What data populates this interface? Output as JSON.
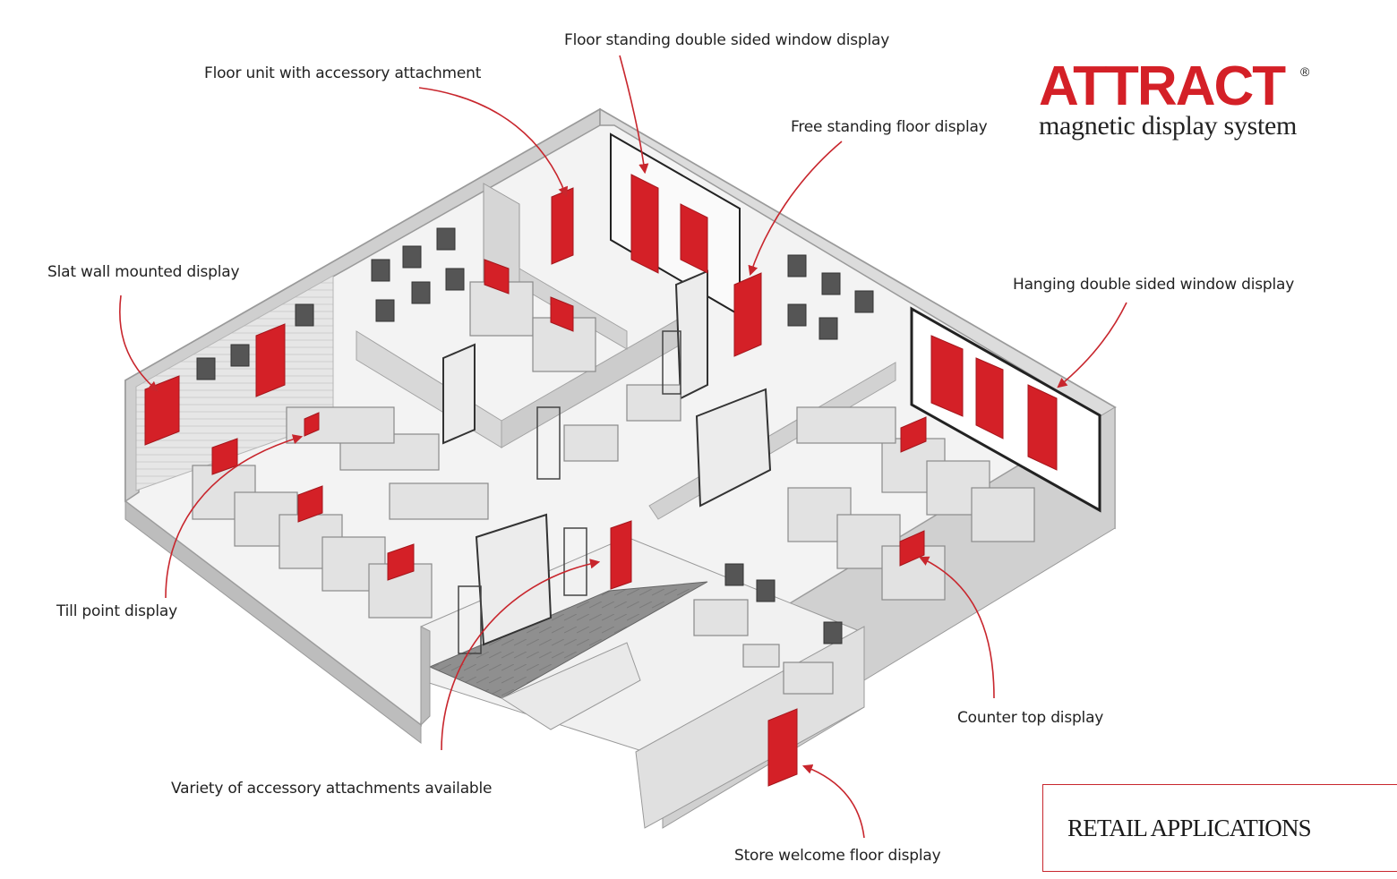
{
  "brand": {
    "name": "ATTRACT",
    "registered": "®",
    "tagline": "magnetic display system"
  },
  "section_title": "RETAIL APPLICATIONS",
  "callouts": {
    "floor_unit": "Floor unit with accessory attachment",
    "floor_standing_window": "Floor standing double sided window display",
    "free_standing": "Free standing floor display",
    "slat_wall": "Slat wall mounted display",
    "hanging_window": "Hanging double sided window display",
    "till_point": "Till point display",
    "counter_top": "Counter top display",
    "accessory_variety": "Variety of accessory attachments available",
    "store_welcome": "Store welcome floor display"
  },
  "colors": {
    "accent": "#d42027",
    "wall": "#e4e4e4",
    "wall_dark": "#bdbdbd",
    "floor": "#f4f4f4",
    "fixture": "#cfcfcf"
  }
}
